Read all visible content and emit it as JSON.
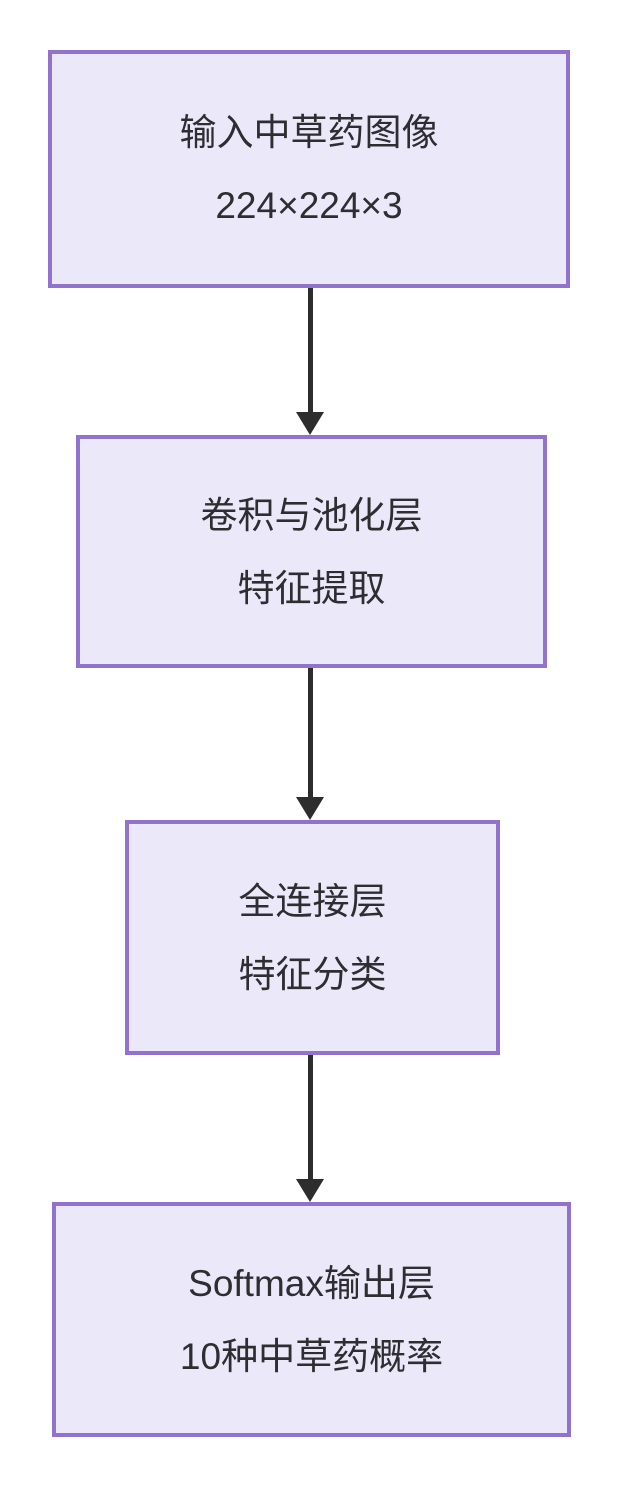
{
  "diagram": {
    "type": "flowchart",
    "direction": "top-down",
    "colors": {
      "background": "#ffffff",
      "node_fill": "#ebe8fa",
      "node_border": "#9172cc",
      "arrow": "#2d2d2d",
      "text": "#2e2e31"
    },
    "nodes": [
      {
        "id": "input",
        "lines": [
          "输入中草药图像",
          "224×224×3"
        ]
      },
      {
        "id": "conv-pool",
        "lines": [
          "卷积与池化层",
          "特征提取"
        ]
      },
      {
        "id": "fully-connected",
        "lines": [
          "全连接层",
          "特征分类"
        ]
      },
      {
        "id": "softmax-output",
        "lines": [
          "Softmax输出层",
          "10种中草药概率"
        ]
      }
    ],
    "edges": [
      {
        "from": "input",
        "to": "conv-pool"
      },
      {
        "from": "conv-pool",
        "to": "fully-connected"
      },
      {
        "from": "fully-connected",
        "to": "softmax-output"
      }
    ]
  }
}
